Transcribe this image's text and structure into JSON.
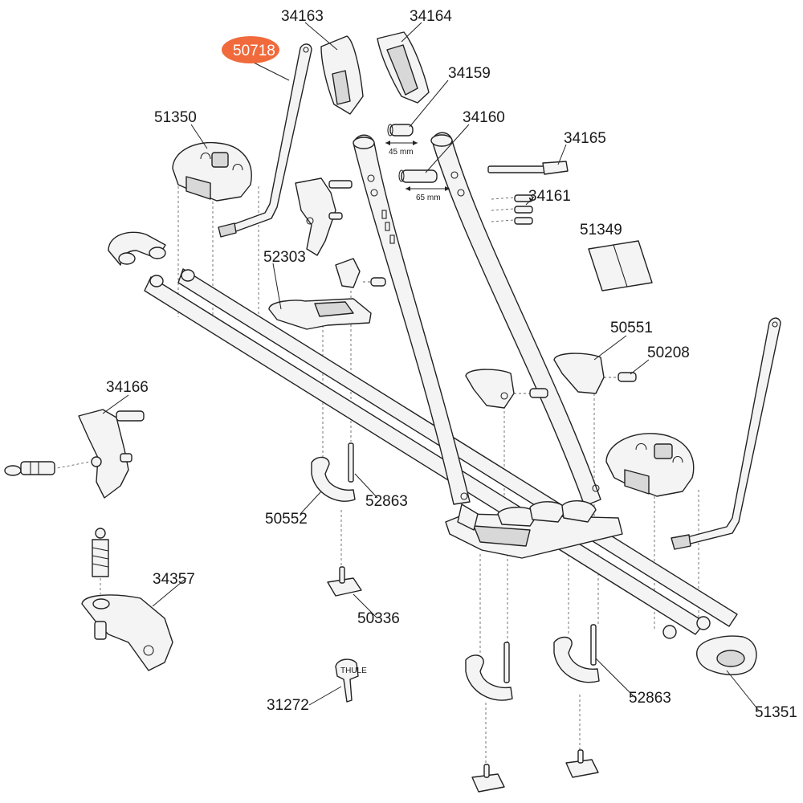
{
  "highlight_color": "#f06a3c",
  "labels": {
    "p50718": "50718",
    "p34163": "34163",
    "p34164": "34164",
    "p34159": "34159",
    "p51350": "51350",
    "p34160": "34160",
    "p34165": "34165",
    "p34161": "34161",
    "p51349": "51349",
    "p52303": "52303",
    "p50551": "50551",
    "p50208": "50208",
    "p34166": "34166",
    "p50552": "50552",
    "p52863a": "52863",
    "p34357": "34357",
    "p50336": "50336",
    "p31272": "31272",
    "p52863b": "52863",
    "p51351": "51351"
  },
  "dimensions": {
    "d45": "45 mm",
    "d65": "65 mm"
  },
  "key_brand": "THULE"
}
